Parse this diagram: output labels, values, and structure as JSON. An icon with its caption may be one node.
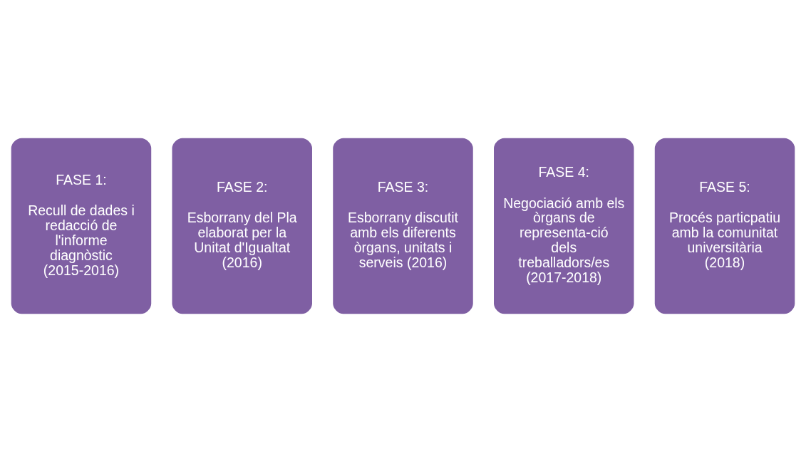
{
  "diagram": {
    "nodes": [
      {
        "text": [
          "FASE 1:",
          "Recull de dades i redacció de l'informe diagnòstic (2015-2016)"
        ]
      },
      {
        "text": [
          "FASE 2:",
          "Esborrany del Pla elaborat per la Unitat d'Igualtat (2016)"
        ]
      },
      {
        "text": [
          "FASE 3:",
          "Esborrany discutit amb els diferents òrgans, unitats i serveis (2016)"
        ]
      },
      {
        "text": [
          "FASE 4:",
          "Negociació amb els òrgans de representa-ció dels treballadors/es (2017-2018)"
        ]
      },
      {
        "text": [
          "FASE 5:",
          "Procés particpatiu amb la comunitat universitària (2018)"
        ]
      }
    ],
    "edges": []
  }
}
